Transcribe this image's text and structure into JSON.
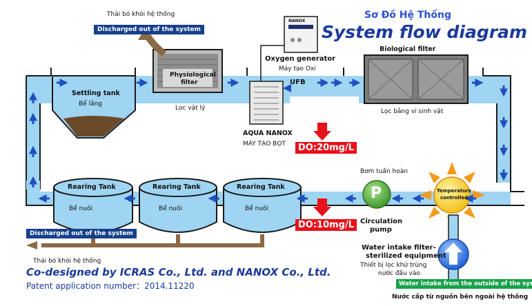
{
  "title": {
    "vietnamese": "Sơ Đồ Hệ Thống",
    "english": "System flow diagram"
  },
  "discharge_top": {
    "vietnamese": "Thải bỏ khỏi hệ thống",
    "english": "Discharged out of the system"
  },
  "discharge_bottom": {
    "english": "Discharged out of the system",
    "vietnamese": "Thải bỏ khỏi hệ thống"
  },
  "settling_tank": {
    "english": "Settling tank",
    "vietnamese": "Bể lắng"
  },
  "physiological_filter": {
    "english_line1": "Physiological",
    "english_line2": "filter",
    "vietnamese": "Lọc vật lý"
  },
  "oxygen_generator": {
    "device_label": "NANOX",
    "english": "Oxygen generator",
    "vietnamese": "Máy tạo Oxi"
  },
  "aqua_nanox": {
    "english": "AQUA NANOX",
    "vietnamese": "MÁY TẠO BỌT",
    "ufb": "UFB"
  },
  "biological_filter": {
    "english": "Biological filter",
    "vietnamese": "Lọc bằng vi sinh vật"
  },
  "do_values": {
    "upper": "DO:20mg/L",
    "lower": "DO:10mg/L"
  },
  "rearing_tanks": [
    {
      "english": "Rearing Tank",
      "vietnamese": "Bể nuôi"
    },
    {
      "english": "Rearing Tank",
      "vietnamese": "Bể nuôi"
    },
    {
      "english": "Rearing Tank",
      "vietnamese": "Bể nuôi"
    }
  ],
  "circulation_pump": {
    "vietnamese": "Bơm tuần hoàn",
    "symbol": "P",
    "english_line1": "Circulation",
    "english_line2": "pump"
  },
  "temperature": {
    "line1": "Temperature",
    "line2": "controlled"
  },
  "water_intake_filter": {
    "english_line1": "Water intake filter-",
    "english_line2": "sterilized equipment",
    "vietnamese_line1": "Thiết bị lọc khử trùng",
    "vietnamese_line2": "nước đầu vào"
  },
  "water_intake": {
    "english": "Water intake from the outside of the system",
    "vietnamese": "Nước cấp từ nguồn bên ngoài hệ thống"
  },
  "credits": {
    "codesign": "Co-designed by ICRAS Co., Ltd. and NANOX Co., Ltd.",
    "patent": "Patent application number：2014.11220"
  },
  "colors": {
    "water": "#9fd5f2",
    "outline": "#1a1a1a",
    "flow_arrow": "#1f4fc0",
    "discharge_pipe": "#8a6a45",
    "label_bg": "#17408b",
    "do_box": "#e8101a",
    "pump_green": "#5fb74a",
    "sun_orange": "#f39a1e",
    "intake_green": "#16a34a",
    "title_blue": "#1b3a9a"
  }
}
